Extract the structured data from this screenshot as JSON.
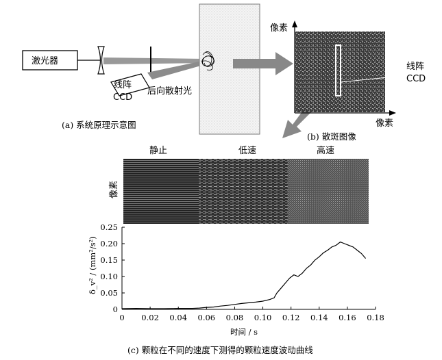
{
  "setup": {
    "laser_label": "激光器",
    "ccd_label_line1": "线阵",
    "ccd_label_line2": "CCD",
    "backscatter_label": "后向散射光",
    "caption_a": "(a)  系统原理示意图"
  },
  "speckle": {
    "axis_y_label": "像素",
    "axis_x_label": "像素",
    "ccd_line1": "线阵",
    "ccd_line2": "CCD",
    "caption_b": "(b)  散斑图像"
  },
  "strip": {
    "labels": [
      "静止",
      "低速",
      "高速"
    ],
    "y_label": "像素"
  },
  "chart_data": {
    "type": "line",
    "xlabel": "时间 / s",
    "ylabel": "δ_v² / (mm²/s²)",
    "xlim": [
      0,
      0.18
    ],
    "ylim": [
      0,
      0.25
    ],
    "xticks": [
      "0",
      "0.02",
      "0.04",
      "0.06",
      "0.08",
      "0.10",
      "0.12",
      "0.14",
      "0.16",
      "0.18"
    ],
    "yticks": [
      "0",
      "0.05",
      "0.10",
      "0.15",
      "0.20",
      "0.25"
    ],
    "series": [
      {
        "x": [
          0,
          0.01,
          0.02,
          0.03,
          0.04,
          0.05,
          0.055,
          0.06,
          0.065,
          0.07,
          0.075,
          0.08,
          0.085,
          0.09,
          0.095,
          0.1,
          0.105,
          0.108,
          0.11,
          0.113,
          0.116,
          0.119,
          0.122,
          0.125,
          0.128,
          0.131,
          0.134,
          0.137,
          0.14,
          0.143,
          0.146,
          0.149,
          0.152,
          0.155,
          0.158,
          0.161,
          0.164,
          0.167,
          0.17,
          0.173
        ],
        "y": [
          0.002,
          0.003,
          0.002,
          0.002,
          0.003,
          0.003,
          0.004,
          0.006,
          0.007,
          0.01,
          0.012,
          0.015,
          0.018,
          0.02,
          0.022,
          0.025,
          0.03,
          0.035,
          0.05,
          0.065,
          0.08,
          0.095,
          0.105,
          0.1,
          0.11,
          0.125,
          0.135,
          0.15,
          0.16,
          0.172,
          0.18,
          0.19,
          0.195,
          0.205,
          0.2,
          0.195,
          0.19,
          0.18,
          0.17,
          0.155
        ]
      }
    ]
  },
  "caption_c": "(c)  颗粒在不同的速度下测得的颗粒速度波动曲线"
}
